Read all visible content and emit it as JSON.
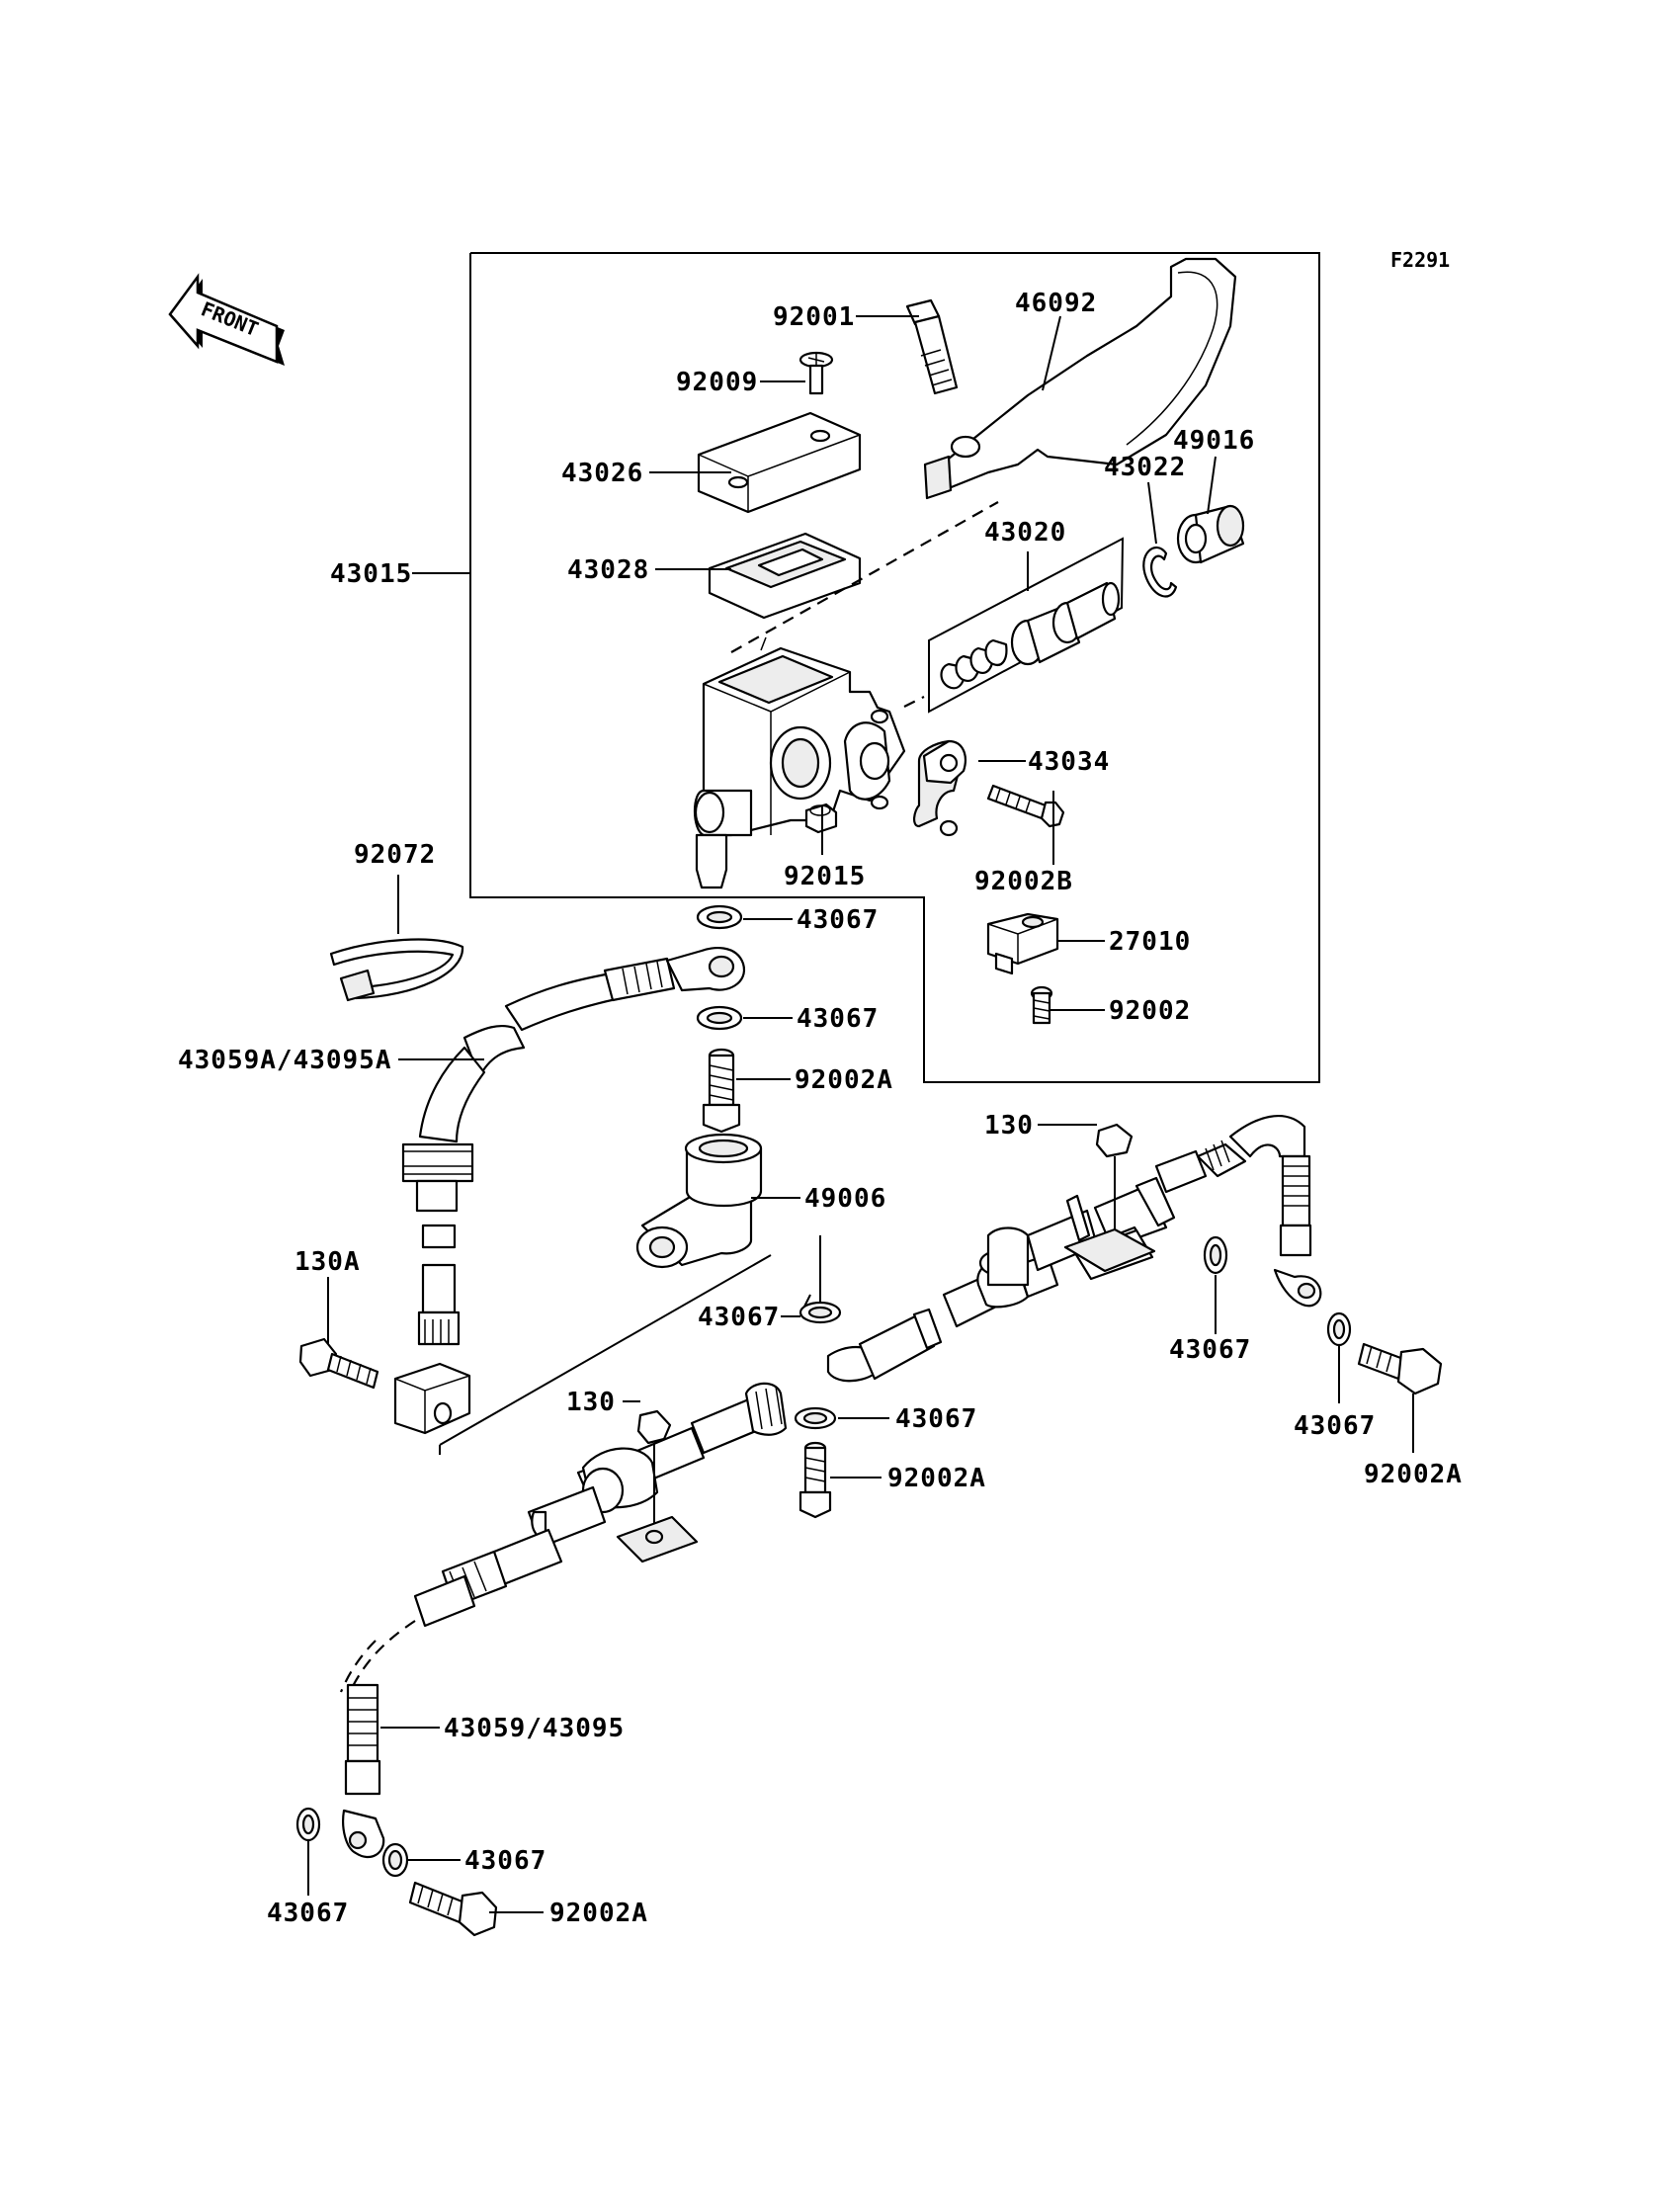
{
  "figure_code": "F2291",
  "front_label": "FRONT",
  "parts": {
    "p92001": "92001",
    "p46092": "46092",
    "p92009": "92009",
    "p43026": "43026",
    "p43022": "43022",
    "p49016": "49016",
    "p43020": "43020",
    "p43015": "43015",
    "p43028": "43028",
    "p43034": "43034",
    "p92072": "92072",
    "p92002B": "92002B",
    "p92015": "92015",
    "p43067_top1": "43067",
    "p27010": "27010",
    "p43059A": "43059A/43095A",
    "p43067_top2": "43067",
    "p92002": "92002",
    "p92002A_top": "92002A",
    "p130_right": "130",
    "p49006": "49006",
    "p130A": "130A",
    "p43067_mid": "43067",
    "p43067_right": "43067",
    "p130_mid": "130",
    "p43067_low": "43067",
    "p43067_right2": "43067",
    "p92002A_mid": "92002A",
    "p92002A_right": "92002A",
    "p43059": "43059/43095",
    "p43067_bottom1": "43067",
    "p43067_bottom2": "43067",
    "p92002A_bottom": "92002A"
  }
}
